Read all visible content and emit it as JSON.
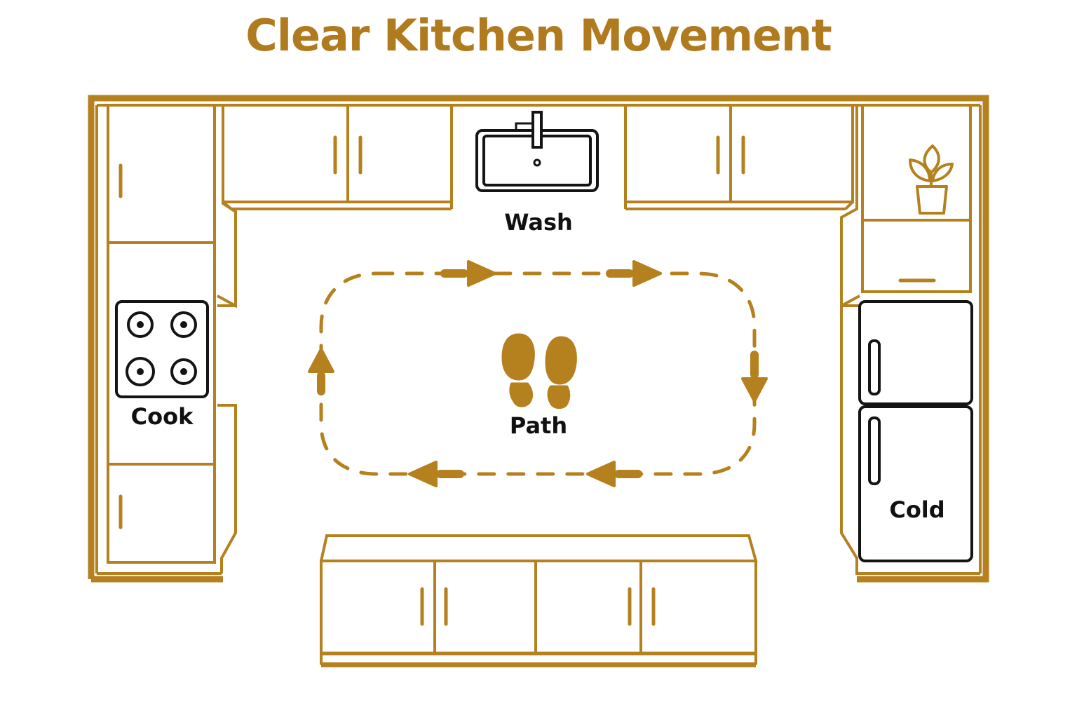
{
  "title": "Clear Kitchen Movement",
  "labels": {
    "wash": "Wash",
    "cook": "Cook",
    "cold": "Cold",
    "path": "Path"
  },
  "icons": {
    "sink": "sink-icon",
    "stove": "stove-icon",
    "fridge": "fridge-icon",
    "plant": "potted-plant-icon",
    "footprints": "footprints-icon",
    "arrows": "arrow-icon"
  },
  "colors": {
    "accent": "#B5801E",
    "title": "#B07A1E",
    "appliance": "#141414",
    "label": "#111111",
    "background": "#FFFFFF"
  }
}
